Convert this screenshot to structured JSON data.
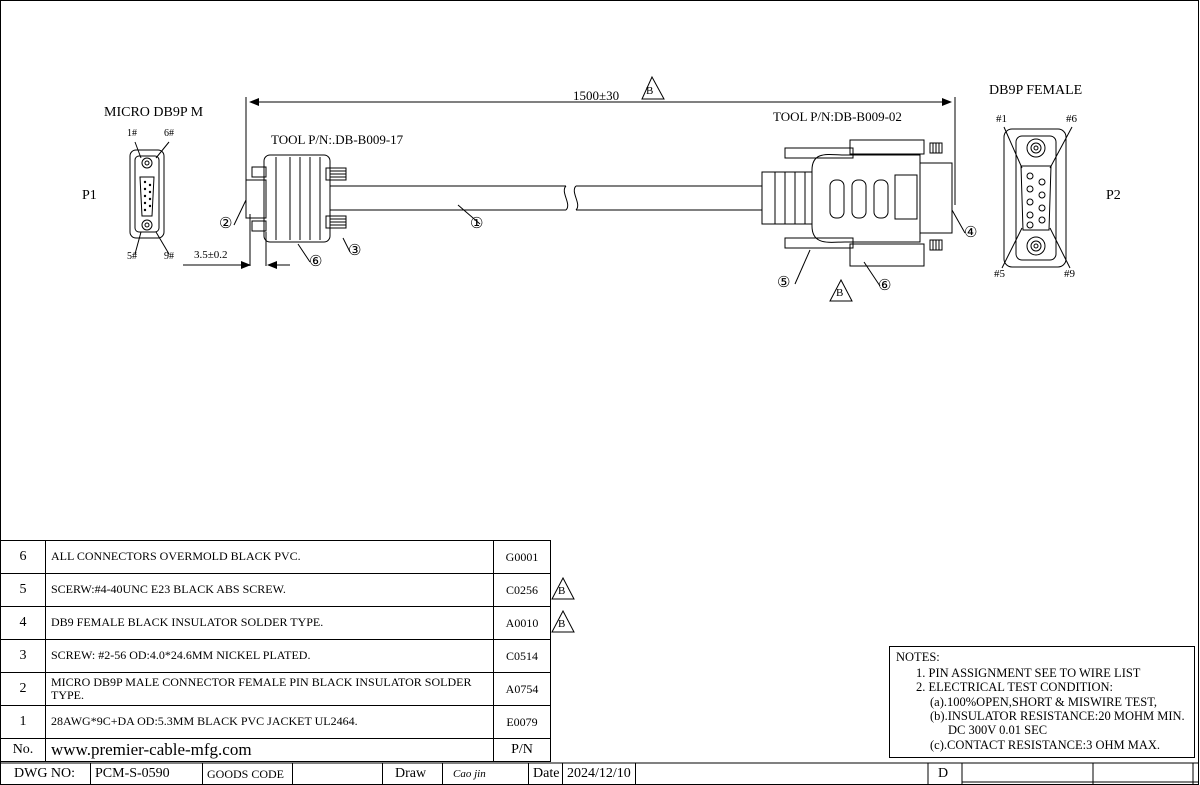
{
  "drawing": {
    "length_dim": "1500±30",
    "p1": {
      "connector_name": "MICRO DB9P M",
      "end_label": "P1",
      "pin_1": "1#",
      "pin_6": "6#",
      "pin_5": "5#",
      "pin_9": "9#",
      "tool_pn": "TOOL P/N:.DB-B009-17",
      "offset_dim": "3.5±0.2"
    },
    "p2": {
      "connector_name": "DB9P FEMALE",
      "end_label": "P2",
      "pin_1": "#1",
      "pin_6": "#6",
      "pin_5": "#5",
      "pin_9": "#9",
      "tool_pn": "TOOL P/N:DB-B009-02"
    },
    "balloons": [
      "①",
      "②",
      "③",
      "④",
      "⑤",
      "⑥"
    ],
    "revision_mark": "B"
  },
  "bom": {
    "rows": [
      {
        "no": "6",
        "desc": "ALL CONNECTORS OVERMOLD BLACK PVC.",
        "pn": "G0001",
        "rev": ""
      },
      {
        "no": "5",
        "desc": "SCERW:#4-40UNC E23 BLACK ABS SCREW.",
        "pn": "C0256",
        "rev": "B"
      },
      {
        "no": "4",
        "desc": "DB9 FEMALE BLACK INSULATOR SOLDER TYPE.",
        "pn": "A0010",
        "rev": "B"
      },
      {
        "no": "3",
        "desc": "SCREW: #2-56 OD:4.0*24.6MM NICKEL PLATED.",
        "pn": "C0514",
        "rev": ""
      },
      {
        "no": "2",
        "desc": "MICRO DB9P MALE CONNECTOR FEMALE PIN BLACK INSULATOR SOLDER TYPE.",
        "pn": "A0754",
        "rev": ""
      },
      {
        "no": "1",
        "desc": "28AWG*9C+DA OD:5.3MM BLACK PVC JACKET UL2464.",
        "pn": "E0079",
        "rev": ""
      }
    ],
    "header": {
      "no": "No.",
      "desc": "www.premier-cable-mfg.com",
      "pn": "P/N"
    }
  },
  "notes": {
    "title": "NOTES:",
    "lines": [
      "1.  PIN ASSIGNMENT SEE TO WIRE LIST",
      "2.  ELECTRICAL TEST CONDITION:",
      "(a).100%OPEN,SHORT & MISWIRE TEST,",
      "(b).INSULATOR RESISTANCE:20 MOHM MIN.",
      "DC 300V 0.01 SEC",
      "(c).CONTACT RESISTANCE:3 OHM MAX."
    ]
  },
  "title_block": {
    "dwg_no_label": "DWG NO:",
    "dwg_no": "PCM-S-0590",
    "goods_code_label": "GOODS CODE",
    "draw_label": "Draw",
    "drawer": "Cao jin",
    "date_label": "Date",
    "date": "2024/12/10",
    "rev": "D"
  }
}
